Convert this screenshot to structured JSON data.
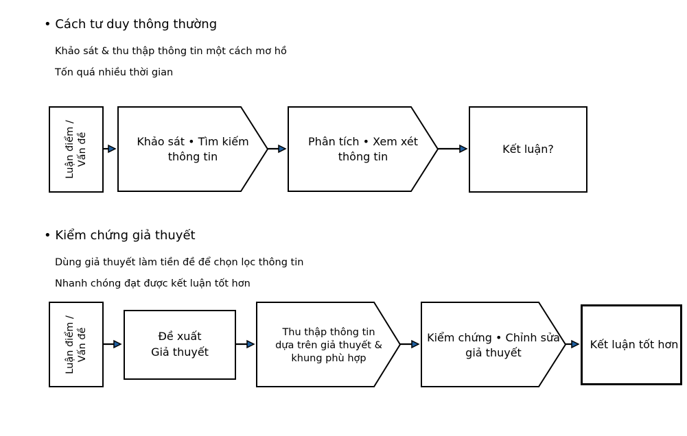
{
  "section1": {
    "heading": "• Cách tư duy thông thường",
    "notes": [
      "Khảo sát & thu thập thông tin một cách mơ hồ",
      "Tốn quá nhiều thời gian"
    ],
    "steps": [
      {
        "lines": [
          "Luận điểm /",
          "Vấn đề"
        ]
      },
      {
        "lines": [
          "Khảo sát • Tìm kiếm",
          "thông tin"
        ]
      },
      {
        "lines": [
          "Phân tích • Xem xét",
          "thông tin"
        ]
      },
      {
        "lines": [
          "Kết luận?"
        ]
      }
    ]
  },
  "section2": {
    "heading": "• Kiểm chứng giả thuyết",
    "notes": [
      "Dùng giả thuyết làm tiền đề để chọn lọc thông tin",
      "Nhanh chóng đạt được kết luận tốt hơn"
    ],
    "steps": [
      {
        "lines": [
          "Luận điểm /",
          "Vấn đề"
        ]
      },
      {
        "lines": [
          "Đề xuất",
          "Giả thuyết"
        ]
      },
      {
        "lines": [
          "Thu thập thông tin",
          "dựa trên giả thuyết &",
          "khung phù hợp"
        ]
      },
      {
        "lines": [
          "Kiểm chứng • Chỉnh sửa",
          "giả thuyết"
        ]
      },
      {
        "lines": [
          "Kết luận tốt hơn"
        ]
      }
    ]
  }
}
